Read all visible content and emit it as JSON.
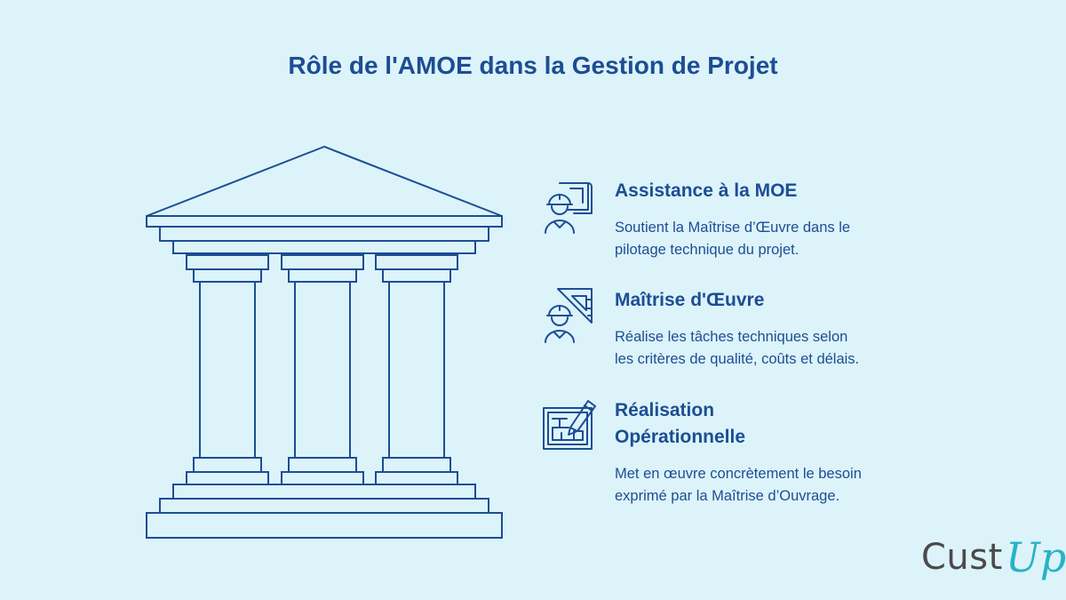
{
  "title": "Rôle de l'AMOE dans la Gestion de Projet",
  "items": [
    {
      "icon": "engineer-blueprint-icon",
      "title": "Assistance à la MOE",
      "desc_line1": "Soutient la Maîtrise d’Œuvre dans le",
      "desc_line2": "pilotage technique du projet."
    },
    {
      "icon": "engineer-set-square-icon",
      "title": "Maîtrise d'Œuvre",
      "desc_line1": "Réalise les tâches techniques selon",
      "desc_line2": "les critères de qualité, coûts et délais."
    },
    {
      "icon": "plan-pencil-icon",
      "title_line1": "Réalisation",
      "title_line2": "Opérationnelle",
      "desc_line1": "Met en œuvre concrètement le besoin",
      "desc_line2": "exprimé par la Maîtrise d’Ouvrage."
    }
  ],
  "logo": {
    "part1": "Cust",
    "part2": "Up"
  },
  "colors": {
    "background": "#dcf3fa",
    "primary": "#1d4d93",
    "logo_accent": "#27b3c4",
    "logo_text": "#4a4a4a"
  }
}
